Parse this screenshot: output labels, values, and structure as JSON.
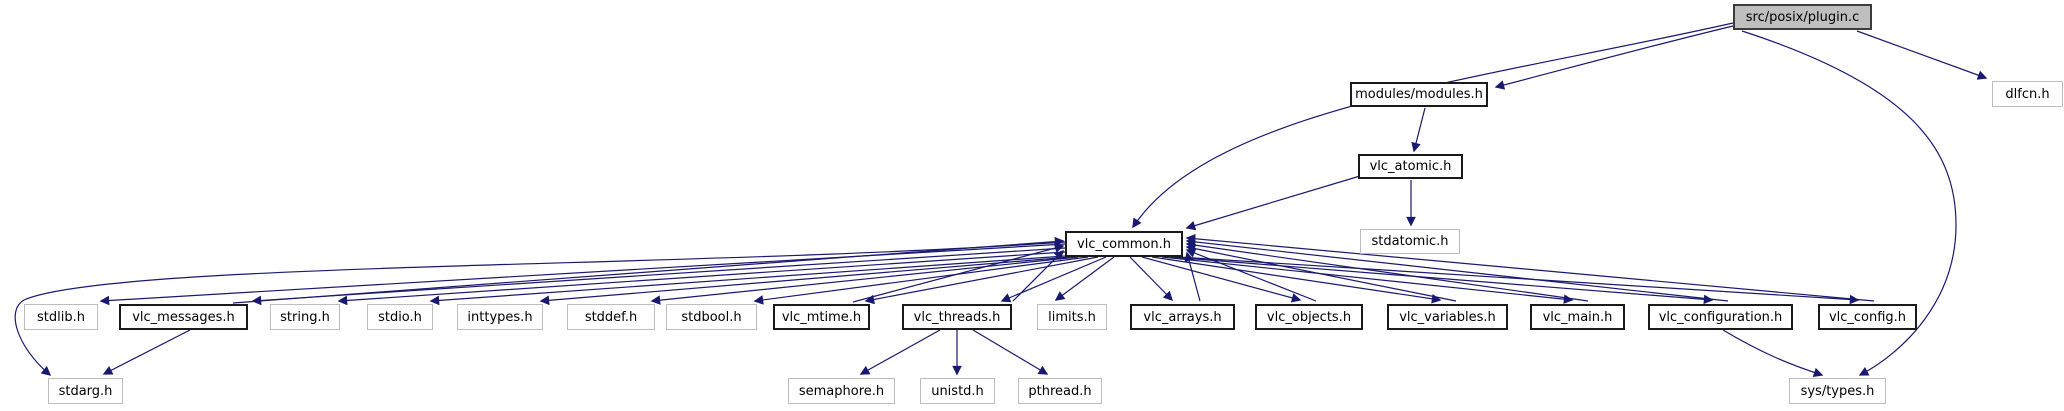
{
  "diagram": {
    "type": "include-dependency-graph",
    "tool_style": "doxygen",
    "root_file": "src/posix/plugin.c"
  },
  "colors": {
    "edge": "#191970",
    "documented_node_border": "#1a1a1a",
    "system_node_border": "#bdbdbd",
    "root_node_fill": "#bfbfbf",
    "node_fill": "#ffffff",
    "background": "#ffffff",
    "text": "#000000"
  },
  "nodes": [
    {
      "id": "plugin",
      "label": "src/posix/plugin.c",
      "kind": "root"
    },
    {
      "id": "dlfcn",
      "label": "dlfcn.h",
      "kind": "system"
    },
    {
      "id": "modules",
      "label": "modules/modules.h",
      "kind": "documented"
    },
    {
      "id": "vlc_atomic",
      "label": "vlc_atomic.h",
      "kind": "documented"
    },
    {
      "id": "stdatomic",
      "label": "stdatomic.h",
      "kind": "system"
    },
    {
      "id": "vlc_common",
      "label": "vlc_common.h",
      "kind": "documented"
    },
    {
      "id": "stdlib",
      "label": "stdlib.h",
      "kind": "system"
    },
    {
      "id": "vlc_messages",
      "label": "vlc_messages.h",
      "kind": "documented"
    },
    {
      "id": "string",
      "label": "string.h",
      "kind": "system"
    },
    {
      "id": "stdio",
      "label": "stdio.h",
      "kind": "system"
    },
    {
      "id": "inttypes",
      "label": "inttypes.h",
      "kind": "system"
    },
    {
      "id": "stddef",
      "label": "stddef.h",
      "kind": "system"
    },
    {
      "id": "stdbool",
      "label": "stdbool.h",
      "kind": "system"
    },
    {
      "id": "vlc_mtime",
      "label": "vlc_mtime.h",
      "kind": "documented"
    },
    {
      "id": "vlc_threads",
      "label": "vlc_threads.h",
      "kind": "documented"
    },
    {
      "id": "limits",
      "label": "limits.h",
      "kind": "system"
    },
    {
      "id": "vlc_arrays",
      "label": "vlc_arrays.h",
      "kind": "documented"
    },
    {
      "id": "vlc_objects",
      "label": "vlc_objects.h",
      "kind": "documented"
    },
    {
      "id": "vlc_variables",
      "label": "vlc_variables.h",
      "kind": "documented"
    },
    {
      "id": "vlc_main",
      "label": "vlc_main.h",
      "kind": "documented"
    },
    {
      "id": "vlc_configuration",
      "label": "vlc_configuration.h",
      "kind": "documented"
    },
    {
      "id": "vlc_config",
      "label": "vlc_config.h",
      "kind": "documented"
    },
    {
      "id": "stdarg",
      "label": "stdarg.h",
      "kind": "system"
    },
    {
      "id": "semaphore",
      "label": "semaphore.h",
      "kind": "system"
    },
    {
      "id": "unistd",
      "label": "unistd.h",
      "kind": "system"
    },
    {
      "id": "pthread",
      "label": "pthread.h",
      "kind": "system"
    },
    {
      "id": "sys_types",
      "label": "sys/types.h",
      "kind": "system"
    }
  ],
  "edges": [
    {
      "from": "plugin",
      "to": "modules"
    },
    {
      "from": "plugin",
      "to": "dlfcn"
    },
    {
      "from": "plugin",
      "to": "vlc_common"
    },
    {
      "from": "plugin",
      "to": "sys_types"
    },
    {
      "from": "modules",
      "to": "vlc_atomic"
    },
    {
      "from": "vlc_atomic",
      "to": "vlc_common"
    },
    {
      "from": "vlc_atomic",
      "to": "stdatomic"
    },
    {
      "from": "vlc_common",
      "to": "stdlib"
    },
    {
      "from": "vlc_common",
      "to": "vlc_messages"
    },
    {
      "from": "vlc_common",
      "to": "string"
    },
    {
      "from": "vlc_common",
      "to": "stdio"
    },
    {
      "from": "vlc_common",
      "to": "inttypes"
    },
    {
      "from": "vlc_common",
      "to": "stddef"
    },
    {
      "from": "vlc_common",
      "to": "stdbool"
    },
    {
      "from": "vlc_common",
      "to": "vlc_mtime"
    },
    {
      "from": "vlc_common",
      "to": "vlc_threads"
    },
    {
      "from": "vlc_common",
      "to": "limits"
    },
    {
      "from": "vlc_common",
      "to": "vlc_arrays"
    },
    {
      "from": "vlc_common",
      "to": "vlc_objects"
    },
    {
      "from": "vlc_common",
      "to": "vlc_variables"
    },
    {
      "from": "vlc_common",
      "to": "vlc_main"
    },
    {
      "from": "vlc_common",
      "to": "vlc_configuration"
    },
    {
      "from": "vlc_common",
      "to": "vlc_config"
    },
    {
      "from": "vlc_common",
      "to": "stdarg"
    },
    {
      "from": "vlc_messages",
      "to": "vlc_common"
    },
    {
      "from": "vlc_mtime",
      "to": "vlc_common"
    },
    {
      "from": "vlc_threads",
      "to": "vlc_common"
    },
    {
      "from": "vlc_arrays",
      "to": "vlc_common"
    },
    {
      "from": "vlc_objects",
      "to": "vlc_common"
    },
    {
      "from": "vlc_variables",
      "to": "vlc_common"
    },
    {
      "from": "vlc_main",
      "to": "vlc_common"
    },
    {
      "from": "vlc_configuration",
      "to": "vlc_common"
    },
    {
      "from": "vlc_config",
      "to": "vlc_common"
    },
    {
      "from": "vlc_messages",
      "to": "stdarg"
    },
    {
      "from": "vlc_threads",
      "to": "semaphore"
    },
    {
      "from": "vlc_threads",
      "to": "unistd"
    },
    {
      "from": "vlc_threads",
      "to": "pthread"
    },
    {
      "from": "vlc_configuration",
      "to": "sys_types"
    }
  ]
}
